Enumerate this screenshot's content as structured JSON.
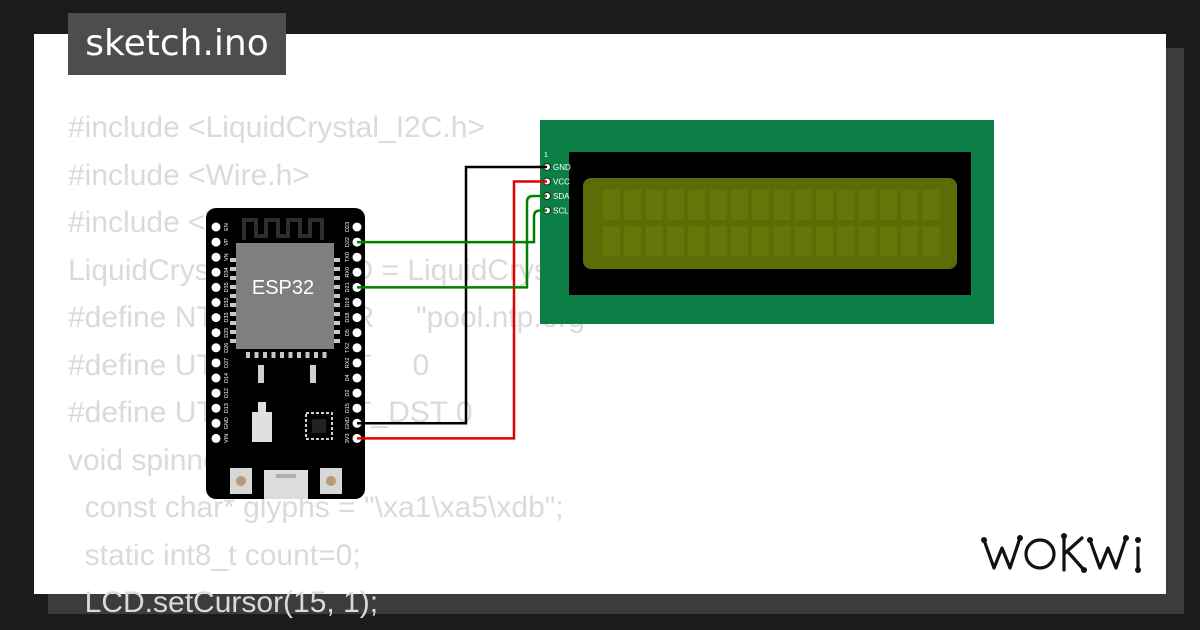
{
  "file_tab": {
    "label": "sketch.ino"
  },
  "code_lines": [
    "#include <LiquidCrystal_I2C.h>",
    "#include <Wire.h>",
    "#include <WiFi.h>",
    "LiquidCrystal_I2C LCD = LiquidCrystal_I2C(0x27, 16, 2);",
    "#define NTP_SERVER     \"pool.ntp.org\"",
    "#define UTC_OFFSET     0",
    "#define UTC_OFFSET_DST 0",
    "void spinner() {",
    "  const char* glyphs = \"\\xa1\\xa5\\xdb\";",
    "  static int8_t count=0;",
    "  LCD.setCursor(15, 1);"
  ],
  "esp32": {
    "chip_label": "ESP32",
    "left_pins": [
      "EN",
      "VP",
      "VN",
      "D34",
      "D35",
      "D32",
      "D33",
      "D25",
      "D26",
      "D27",
      "D14",
      "D12",
      "D13",
      "GND",
      "VIN"
    ],
    "right_pins": [
      "D23",
      "D22",
      "TX0",
      "RX0",
      "D21",
      "D19",
      "D18",
      "D5",
      "TX2",
      "RX2",
      "D4",
      "D2",
      "D15",
      "GND",
      "3V3"
    ]
  },
  "lcd": {
    "pin1_label": "1",
    "pins": [
      "GND",
      "VCC",
      "SDA",
      "SCL"
    ],
    "board_color": "#0b7f45",
    "screen_color": "#5c6c06"
  },
  "wires": [
    {
      "from": "GND",
      "to": "GND",
      "color": "#000000"
    },
    {
      "from": "3V3",
      "to": "VCC",
      "color": "#e00000"
    },
    {
      "from": "D21",
      "to": "SDA",
      "color": "#008000"
    },
    {
      "from": "D22",
      "to": "SCL",
      "color": "#008000"
    }
  ],
  "brand": {
    "logo_text": "WOKWI"
  }
}
